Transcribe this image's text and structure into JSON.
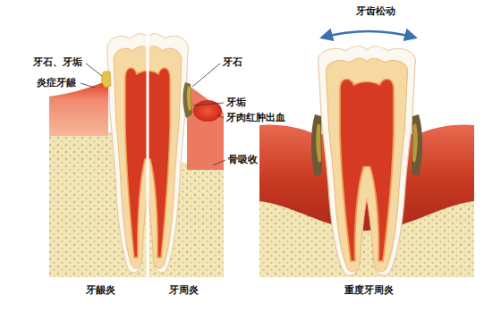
{
  "diagram": {
    "labels": [
      "牙齿松动",
      "牙石、牙垢",
      "牙石",
      "炎症牙龈",
      "牙垢",
      "牙肉红肿出血",
      "骨吸收",
      "牙龈炎",
      "牙周炎",
      "重度牙周炎"
    ]
  }
}
